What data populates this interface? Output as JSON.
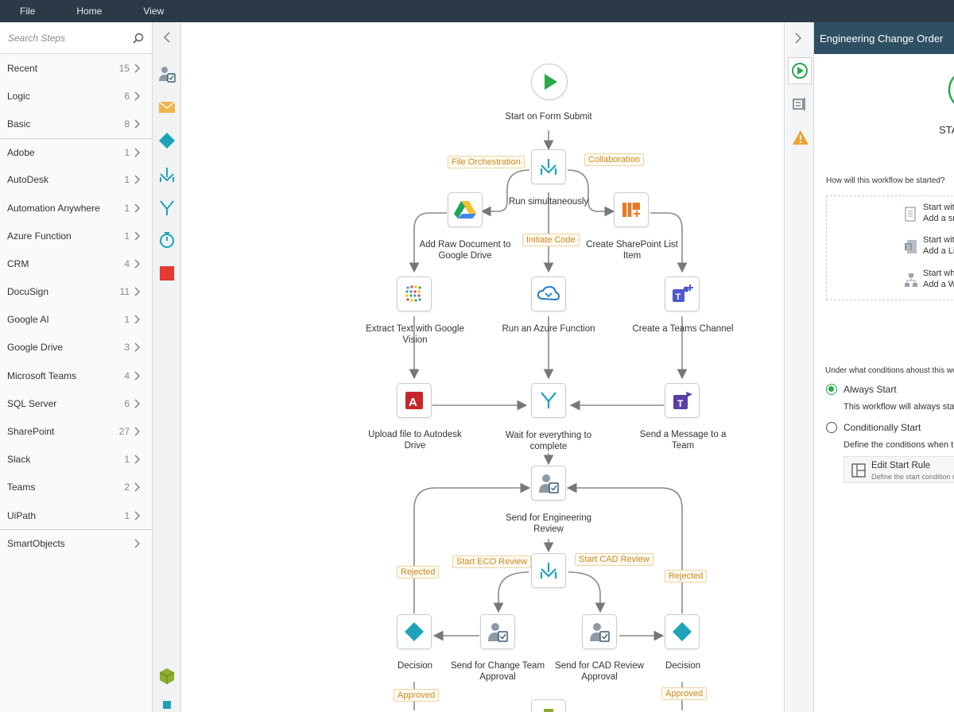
{
  "menu": [
    "File",
    "Home",
    "View"
  ],
  "search": {
    "placeholder": "Search Steps"
  },
  "categories": [
    {
      "label": "Recent",
      "count": "15"
    },
    {
      "label": "Logic",
      "count": "6"
    },
    {
      "label": "Basic",
      "count": "8"
    },
    {
      "label": "Adobe",
      "count": "1"
    },
    {
      "label": "AutoDesk",
      "count": "1"
    },
    {
      "label": "Automation Anywhere",
      "count": "1"
    },
    {
      "label": "Azure Function",
      "count": "1"
    },
    {
      "label": "CRM",
      "count": "4"
    },
    {
      "label": "DocuSign",
      "count": "11"
    },
    {
      "label": "Google AI",
      "count": "1"
    },
    {
      "label": "Google Drive",
      "count": "3"
    },
    {
      "label": "Microsoft Teams",
      "count": "4"
    },
    {
      "label": "SQL Server",
      "count": "6"
    },
    {
      "label": "SharePoint",
      "count": "27"
    },
    {
      "label": "Slack",
      "count": "1"
    },
    {
      "label": "Teams",
      "count": "2"
    },
    {
      "label": "UiPath",
      "count": "1"
    },
    {
      "label": "SmartObjects",
      "count": ""
    }
  ],
  "nodes": {
    "start": "Start on Form Submit",
    "run_simul": "Run simultaneously",
    "add_raw": "Add Raw Document to Google Drive",
    "create_sp": "Create SharePoint List Item",
    "extract": "Extract Text with Google Vision",
    "azure": "Run an Azure Function",
    "teams_channel": "Create a Teams Channel",
    "upload": "Upload file to Autodesk Drive",
    "wait": "Wait for everything to complete",
    "send_msg": "Send a Message to a Team",
    "eng_review": "Send for Engineering Review",
    "decision_left": "Decision",
    "change_approval": "Send for Change Team Approval",
    "cad_approval": "Send for CAD Review Approval",
    "decision_right": "Decision"
  },
  "tags": {
    "file_orch": "File Orchestration",
    "collab": "Collaboration",
    "init_code": "Initiate Code",
    "start_eco": "Start ECO Review",
    "start_cad": "Start CAD Review",
    "rejected_left": "Rejected",
    "rejected_right": "Rejected",
    "approved_left": "Approved",
    "approved_right": "Approved"
  },
  "right": {
    "title": "Engineering Change Order",
    "start_label": "STA",
    "q1": "How will this workflow be started?",
    "opt1_a": "Start with",
    "opt1_b": "Add a sm",
    "opt2_a": "Start with",
    "opt2_b": "Add a Lis",
    "opt3_a": "Start whe",
    "opt3_b": "Add a Wo",
    "q2": "Under what conditions ahoust this work",
    "always": "Always Start",
    "always_desc": "This workflow will always start w",
    "cond": "Conditionally Start",
    "cond_desc": "Define the conditions when the",
    "edit_title": "Edit Start Rule",
    "edit_desc": "Define the start condition ru"
  },
  "colors": {
    "accent_green": "#2aa84a",
    "teal": "#1fa3b8",
    "tag_orange": "#c98a22",
    "header": "#2f4f63"
  }
}
